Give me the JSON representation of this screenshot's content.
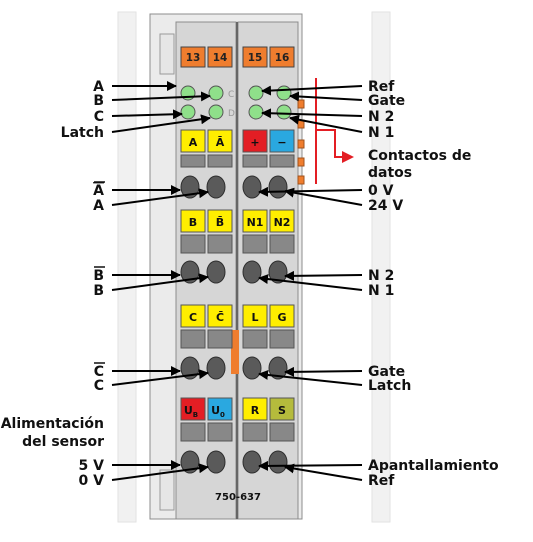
{
  "module": {
    "model": "750-637",
    "terminal_numbers": [
      "13",
      "14",
      "15",
      "16"
    ],
    "led_letters": [
      "C",
      "D"
    ]
  },
  "left_labels": {
    "a": "A",
    "b": "B",
    "c": "C",
    "latch": "Latch",
    "a_bar": "A",
    "a_plain": "A",
    "b_bar": "B",
    "b_plain": "B",
    "c_bar": "C",
    "c_plain": "C",
    "power_line1": "Alimentación",
    "power_line2": "del sensor",
    "v5": "5 V",
    "v0": "0 V"
  },
  "right_labels": {
    "ref_top": "Ref",
    "gate_top": "Gate",
    "n2_top": "N 2",
    "n1_top": "N 1",
    "data_contacts_line1": "Contactos de",
    "data_contacts_line2": "datos",
    "v0": "0 V",
    "v24": "24 V",
    "n2_mid": "N 2",
    "n1_mid": "N 1",
    "gate_mid": "Gate",
    "latch_mid": "Latch",
    "shield": "Apantallamiento",
    "ref_bottom": "Ref"
  },
  "chips": {
    "row1": [
      "A",
      "Ā",
      "+",
      "−"
    ],
    "row2": [
      "B",
      "B̄",
      "N1",
      "N2"
    ],
    "row3": [
      "C",
      "C̄",
      "L",
      "G"
    ],
    "row4": [
      "U",
      "U",
      "R",
      "S"
    ],
    "row4_subscripts": [
      "B",
      "0"
    ]
  },
  "colors": {
    "housing": "#d9d9d9",
    "housing_dark": "#bdbdbd",
    "terminal_orange": "#ef7d2e",
    "led_green": "#8fe08a",
    "chip_yellow": "#ffee00",
    "chip_red": "#e31e24",
    "chip_blue": "#2aa8e0",
    "chip_olive": "#b5bb3c",
    "arrow_red": "#e31e24"
  }
}
